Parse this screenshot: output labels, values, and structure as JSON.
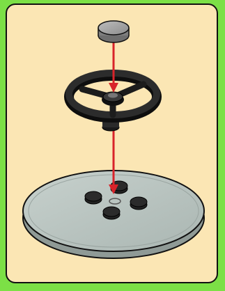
{
  "illustration": {
    "subject": "steering-wheel-assembly-instruction",
    "colors": {
      "background": "#7ce046",
      "panel": "#fbe6b4",
      "panel_border": "#111111",
      "cap_grey": "#9a9a9a",
      "wheel_black": "#1a1a1a",
      "turntable_grey": "#b7c2be",
      "arrow_red": "#d8232a"
    },
    "steps": [
      {
        "part": "round-tile-1x1",
        "action": "attach-on-top"
      },
      {
        "part": "steering-wheel",
        "action": "attach-on-top"
      },
      {
        "part": "turntable-plate",
        "action": "base"
      }
    ]
  }
}
